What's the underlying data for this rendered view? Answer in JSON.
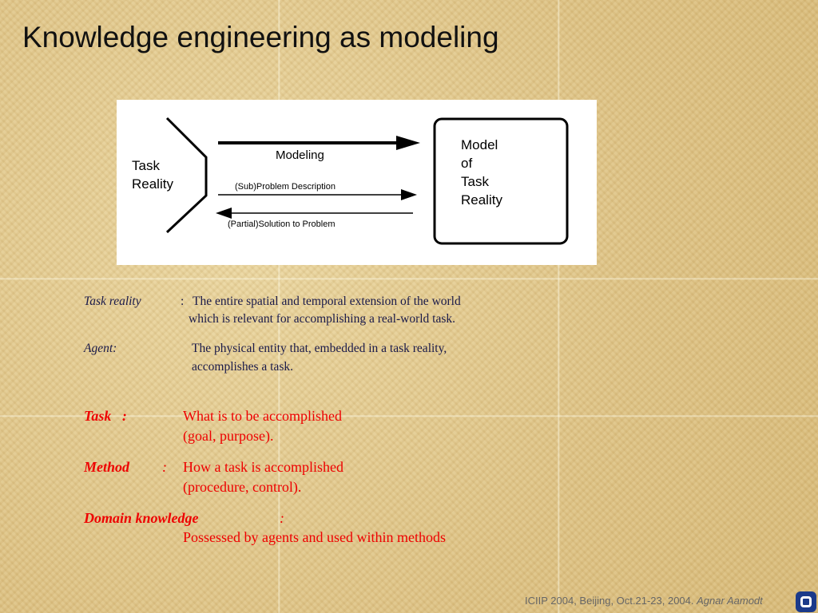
{
  "slide": {
    "title": "Knowledge engineering as modeling"
  },
  "diagram": {
    "task_reality_line1": "Task",
    "task_reality_line2": "Reality",
    "modeling_label": "Modeling",
    "problem_label": "(Sub)Problem Description",
    "solution_label": "(Partial)Solution to Problem",
    "model_line1": "Model",
    "model_line2": "of",
    "model_line3": "Task",
    "model_line4": "Reality"
  },
  "definitions": {
    "task_reality_term": "Task reality",
    "task_reality_sep": ":",
    "task_reality_line1": "The entire spatial and temporal extension of the world",
    "task_reality_line2": "which is relevant for accomplishing a real-world task.",
    "agent_term": "Agent:",
    "agent_line1": "The physical entity that, embedded in a task reality,",
    "agent_line2": "accomplishes a task."
  },
  "concepts": {
    "task_term": "Task   :",
    "task_line1": "What is to be accomplished",
    "task_line2": "(goal, purpose).",
    "method_term": "Method",
    "method_sep": ":",
    "method_line1": "How a task is accomplished",
    "method_line2": "(procedure, control).",
    "domain_term": "Domain knowledge",
    "domain_sep": ":",
    "domain_line1": "Possessed by agents and used within methods"
  },
  "footer": {
    "text": "ICIIP 2004, Beijing, Oct.21-23, 2004.",
    "author": "Agnar Aamodt"
  },
  "colors": {
    "accent_red": "#ee0000",
    "definition_text": "#1a1a4a",
    "logo_blue": "#1b3a8a"
  }
}
